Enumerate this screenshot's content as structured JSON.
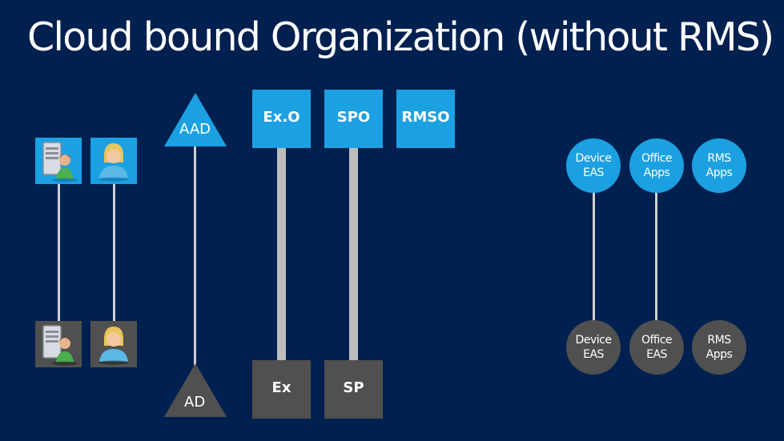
{
  "title": "Cloud bound Organization (without RMS)",
  "triangles": {
    "top_label": "AAD",
    "bottom_label": "AD"
  },
  "cloud_services": [
    {
      "label": "Ex.O"
    },
    {
      "label": "SPO"
    },
    {
      "label": "RMSO"
    }
  ],
  "onprem_services": [
    {
      "label": "Ex"
    },
    {
      "label": "SP"
    }
  ],
  "cloud_clients": [
    {
      "line1": "Device",
      "line2": "EAS"
    },
    {
      "line1": "Office",
      "line2": "Apps"
    },
    {
      "line1": "RMS",
      "line2": "Apps"
    }
  ],
  "onprem_clients": [
    {
      "line1": "Device",
      "line2": "EAS"
    },
    {
      "line1": "Office",
      "line2": "EAS"
    },
    {
      "line1": "RMS",
      "line2": "Apps"
    }
  ],
  "icons": [
    "server-user-icon",
    "user-icon"
  ],
  "colors": {
    "background": "#002050",
    "cloud": "#1ba1e2",
    "onprem": "#505050",
    "connector": "#cfcfcf"
  }
}
